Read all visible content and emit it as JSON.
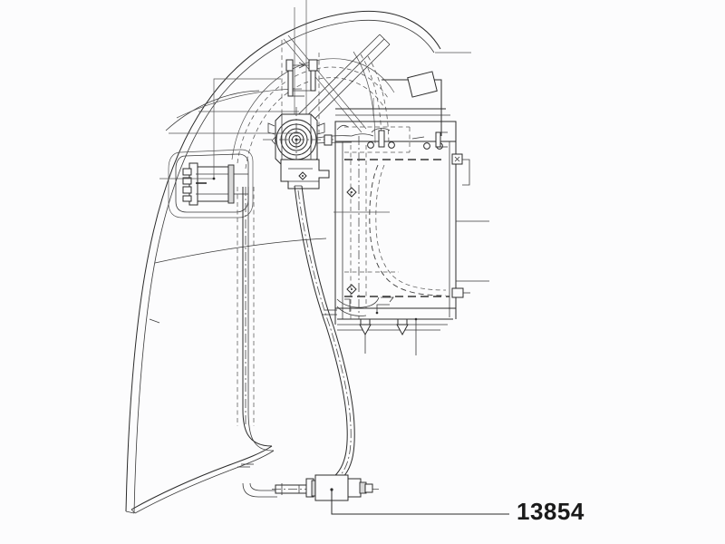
{
  "diagram": {
    "type": "exploded-parts-technical-drawing",
    "background_color": "#fcfcfd",
    "line_color": "#2b2b2b",
    "line_color_light": "#6a6a6a",
    "subject": "hood / fender assembly with wiper motor hub, housing and hose routing",
    "callouts": [
      {
        "id": "callout-13854",
        "part_number": "13854",
        "points_to": "hose-end-connector-fitting",
        "leader_path": "from connector body down then right to label"
      }
    ],
    "components": [
      {
        "name": "hood-outer-profile",
        "style": "solid-thin"
      },
      {
        "name": "hood-inner-profile",
        "style": "solid-thin"
      },
      {
        "name": "dome-construction-arc",
        "style": "dashed"
      },
      {
        "name": "diagonal-support-strut",
        "style": "solid-thin"
      },
      {
        "name": "wiper-motor-hub",
        "style": "concentric-circles"
      },
      {
        "name": "motor-mount-bracket",
        "style": "solid-thin"
      },
      {
        "name": "finned-connector-block",
        "style": "solid-thin"
      },
      {
        "name": "main-housing-panel",
        "style": "solid-thin"
      },
      {
        "name": "internal-hose-hidden-route",
        "style": "dashed"
      },
      {
        "name": "hose-line",
        "style": "solid-double-with-centerline"
      },
      {
        "name": "hose-end-connector-fitting",
        "style": "solid-thin"
      },
      {
        "name": "mounting-fasteners",
        "style": "solid-thin"
      },
      {
        "name": "vertical-centerlines",
        "style": "dash-dot"
      }
    ]
  },
  "label": {
    "part_number": "13854"
  }
}
